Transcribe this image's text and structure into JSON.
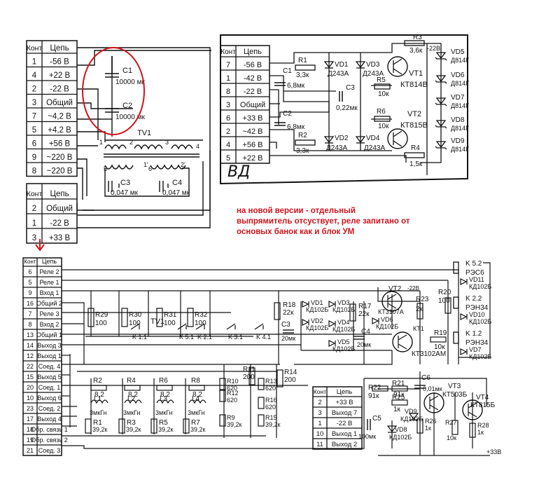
{
  "tables": {
    "t1": {
      "headers": [
        "Конт",
        "Цепь"
      ],
      "rows": [
        [
          "1",
          "-56 В"
        ],
        [
          "4",
          "+22 В"
        ],
        [
          "2",
          "-22 В"
        ],
        [
          "3",
          "Общий"
        ],
        [
          "7",
          "~4,2 В"
        ],
        [
          "5",
          "+4,2 В"
        ],
        [
          "6",
          "+56 В"
        ],
        [
          "9",
          "~220 В"
        ],
        [
          "8",
          "~220 В"
        ]
      ]
    },
    "t2": {
      "headers": [
        "Конт",
        "Цепь"
      ],
      "rows": [
        [
          "7",
          "-56 В"
        ],
        [
          "1",
          "-42 В"
        ],
        [
          "8",
          "-22 В"
        ],
        [
          "3",
          "Общий"
        ],
        [
          "6",
          "+33 В"
        ],
        [
          "2",
          "~42 В"
        ],
        [
          "4",
          "+56 В"
        ],
        [
          "5",
          "+22 В"
        ]
      ]
    },
    "t3": {
      "headers": [
        "Конт",
        "Цепь"
      ],
      "rows": [
        [
          "2",
          "Общий"
        ],
        [
          "1",
          "-22 В"
        ],
        [
          "3",
          "+33 В"
        ]
      ]
    },
    "t4": {
      "headers": [
        "Конт",
        "Цепь"
      ],
      "rows": [
        [
          "6",
          "Реле 2"
        ],
        [
          "5",
          "Реле 1"
        ],
        [
          "9",
          "Вход 1"
        ],
        [
          "16",
          "Общий 2"
        ],
        [
          "7",
          "Реле 3"
        ],
        [
          "8",
          "Вход 2"
        ],
        [
          "13",
          "Общий 1"
        ],
        [
          "14",
          "Выход 3"
        ],
        [
          "12",
          "Выход 1"
        ],
        [
          "22",
          "Соед. 4"
        ],
        [
          "15",
          "Выход 5"
        ],
        [
          "20",
          "Соед. 1"
        ],
        [
          "10",
          "Выход 6"
        ],
        [
          "23",
          "Соед. 2"
        ],
        [
          "17",
          "Выход 4"
        ],
        [
          "18",
          "Обр. связь 1"
        ],
        [
          "19",
          "Обр. связь 2"
        ],
        [
          "21",
          "Соед. 3"
        ]
      ]
    },
    "t5": {
      "headers": [
        "Конт",
        "Цепь"
      ],
      "rows": [
        [
          "2",
          "+33 В"
        ],
        [
          "3",
          "Выход 7"
        ],
        [
          "1",
          "-22 В"
        ],
        [
          "10",
          "Выход 1"
        ],
        [
          "11",
          "Выход 2"
        ]
      ]
    }
  },
  "top": {
    "c1": {
      "ref": "C1",
      "value": "10000 мк"
    },
    "c2": {
      "ref": "C2",
      "value": "10000 мк"
    },
    "tv1": "TV1",
    "c3": {
      "ref": "C3",
      "value": "0,047 мк"
    },
    "c4": {
      "ref": "C4",
      "value": "0,047 мк"
    },
    "tnums": [
      "1",
      "2",
      "3",
      "4",
      "5",
      "6",
      "1'",
      "2'"
    ]
  },
  "vd": {
    "label": "ВД",
    "r1": {
      "ref": "R1",
      "value": "3,3к"
    },
    "r2": {
      "ref": "R2",
      "value": "3,3к"
    },
    "c1": {
      "ref": "C1",
      "value": "6,8мк"
    },
    "c2": {
      "ref": "C2",
      "value": "6,8мк"
    },
    "c3": {
      "ref": "C3",
      "value": "0,22мк"
    },
    "vd1": {
      "ref": "VD1",
      "value": "Д243А"
    },
    "vd2": {
      "ref": "VD2",
      "value": "Д243А"
    },
    "vd3": {
      "ref": "VD3",
      "value": "Д243А"
    },
    "vd4": {
      "ref": "VD4",
      "value": "Д243А"
    },
    "r3": {
      "ref": "R3",
      "value": "3,6к"
    },
    "r4": {
      "ref": "R4",
      "value": "1,5к"
    },
    "r5": {
      "ref": "R5",
      "value": "10к"
    },
    "r6": {
      "ref": "R6",
      "value": "10к"
    },
    "vt1": {
      "ref": "VT1",
      "value": "КТ814В"
    },
    "vt2": {
      "ref": "VT2",
      "value": "КТ815В"
    },
    "zeners": [
      {
        "ref": "VD5",
        "value": "Д814Г"
      },
      {
        "ref": "VD6",
        "value": "Д814Г"
      },
      {
        "ref": "VD7",
        "value": "Д814Г"
      },
      {
        "ref": "VD8",
        "value": "Д814Г"
      },
      {
        "ref": "VD9",
        "value": "Д814Г"
      }
    ],
    "minus22": "-22В"
  },
  "note": "на новой версии - отдельный выпрямитель отсуствует, реле запитано от основых банок как и блок УМ",
  "bottom": {
    "relays": [
      {
        "ref": "K 5.2",
        "value": "РЭС6"
      },
      {
        "ref": "K 2.2",
        "value": "РЭН34"
      },
      {
        "ref": "K 1.2",
        "value": "РЭН34"
      }
    ],
    "diodes_right": [
      {
        "ref": "VD11",
        "value": "КД102Б"
      },
      {
        "ref": "VD10",
        "value": "КД102Б"
      },
      {
        "ref": "VD7",
        "value": "КД102Б"
      }
    ],
    "r29": {
      "ref": "R29",
      "value": "100"
    },
    "r30": {
      "ref": "R30",
      "value": "100"
    },
    "r31": {
      "ref": "R31",
      "value": "100"
    },
    "r32": {
      "ref": "R32",
      "value": "100"
    },
    "contacts": [
      "K 1.1",
      "K 2.1",
      "K 3.1",
      "K 4.1",
      "K 5.1"
    ],
    "tv1": "TV1",
    "r18": {
      "ref": "R18",
      "value": "22к"
    },
    "r17": {
      "ref": "R17",
      "value": "22к"
    },
    "r14": {
      "ref": "R14",
      "value": "200"
    },
    "r11": {
      "ref": "R11",
      "value": "200"
    },
    "vd1": {
      "ref": "VD1",
      "value": "КД102Б"
    },
    "vd2": {
      "ref": "VD2",
      "value": "КД102Б"
    },
    "vd3": {
      "ref": "VD3",
      "value": "КД102Б"
    },
    "vd4": {
      "ref": "VD4",
      "value": "КД102Б"
    },
    "vd5": {
      "ref": "VD5",
      "value": "КД102Б"
    },
    "vd6": {
      "ref": "VD6",
      "value": "КД102Б"
    },
    "c3": {
      "ref": "C3",
      "value": "20мк"
    },
    "c4": {
      "ref": "C4",
      "value": "20мк"
    },
    "vt2": {
      "ref": "VT2",
      "value": "КТ3107А"
    },
    "minus22": "-22В",
    "r23": {
      "ref": "R23",
      "value": "2к"
    },
    "r20": {
      "ref": "R20",
      "value": "100"
    },
    "r19": {
      "ref": "R19",
      "value": "10к"
    },
    "kt1": {
      "ref": "КТ1",
      "value": "КТ3102АМ"
    },
    "filters": [
      {
        "r": "R2",
        "rv": "8,2",
        "l": "L1",
        "lv": "3мкГн",
        "rb": "R1",
        "rbv": "39,2к"
      },
      {
        "r": "R4",
        "rv": "8,2",
        "l": "L2",
        "lv": "3мкГн",
        "rb": "R3",
        "rbv": "39,2к"
      },
      {
        "r": "R6",
        "rv": "8,2",
        "l": "L3",
        "lv": "3мкГн",
        "rb": "R5",
        "rbv": "39,2к"
      },
      {
        "r": "R8",
        "rv": "8,2",
        "l": "L4",
        "lv": "3мкГн",
        "rb": "R7",
        "rbv": "39,2к"
      }
    ],
    "r10": {
      "ref": "R10",
      "value": "620"
    },
    "r12": {
      "ref": "R12",
      "value": "620"
    },
    "r13": {
      "ref": "R13",
      "value": "620"
    },
    "r16": {
      "ref": "R16",
      "value": "620"
    },
    "r9": {
      "ref": "R9",
      "value": "39,2к"
    },
    "r15": {
      "ref": "R15",
      "value": "39,2к"
    },
    "r22": {
      "ref": "R22",
      "value": "91к"
    },
    "r21": {
      "ref": "R21",
      "value": "91к"
    },
    "r25": {
      "ref": "R25",
      "value": "1к"
    },
    "c6": {
      "ref": "C6",
      "value": "0,01мк"
    },
    "vt3": {
      "ref": "VT3",
      "value": "КТ503Б"
    },
    "vt4": {
      "ref": "VT4",
      "value": "КТ815Б"
    },
    "vd9": {
      "ref": "VD9",
      "value": "КД102Б"
    },
    "vd8": {
      "ref": "VD8",
      "value": "КД102Б"
    },
    "c5": {
      "ref": "C5",
      "value": "100мк"
    },
    "r26": {
      "ref": "R26",
      "value": "1к"
    },
    "r27": {
      "ref": "R27",
      "value": "10к"
    },
    "r28": {
      "ref": "R28",
      "value": "1к"
    },
    "plus33": "+33В"
  },
  "colors": {
    "ink": "#111111",
    "note": "#d0141c",
    "highlight": "#d0141c"
  }
}
